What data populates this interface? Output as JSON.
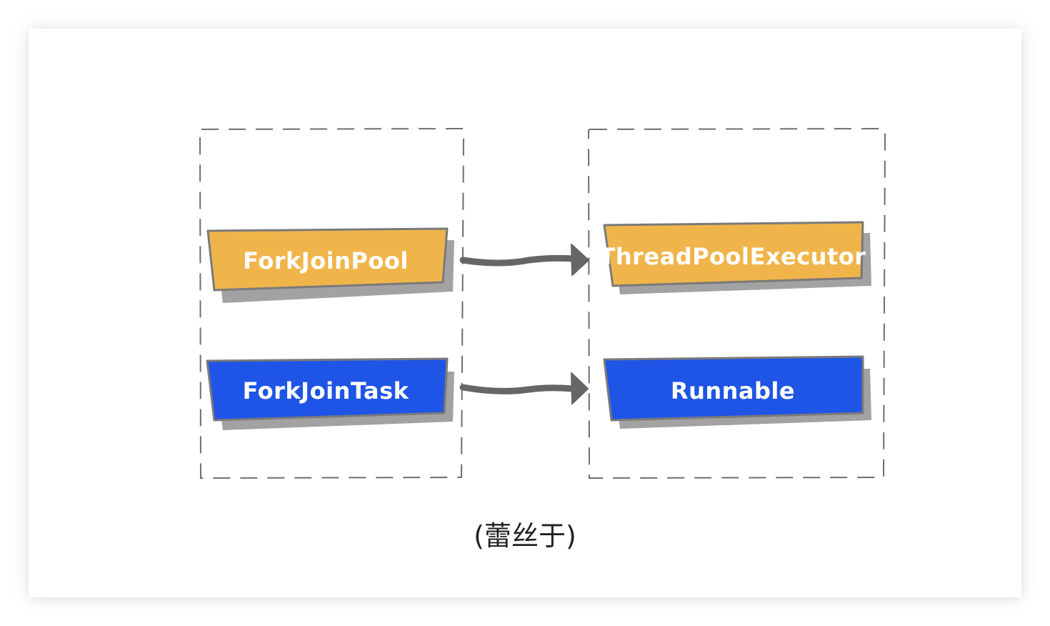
{
  "colors": {
    "orange": "#F0B54A",
    "blue": "#1F55E6",
    "border": "#7A7A7A",
    "arrow": "#666666",
    "dash": "#6E6E6E",
    "caption": "#222222"
  },
  "groups": [
    {
      "nodes": [
        {
          "label": "ForkJoinPool",
          "color": "orange"
        },
        {
          "label": "ForkJoinTask",
          "color": "blue"
        }
      ]
    },
    {
      "nodes": [
        {
          "label": "ThreadPoolExecutor",
          "color": "orange"
        },
        {
          "label": "Runnable",
          "color": "blue"
        }
      ]
    }
  ],
  "edges": [
    {
      "from": "ForkJoinPool",
      "to": "ThreadPoolExecutor"
    },
    {
      "from": "ForkJoinTask",
      "to": "Runnable"
    }
  ],
  "caption": "(蕾丝于)"
}
